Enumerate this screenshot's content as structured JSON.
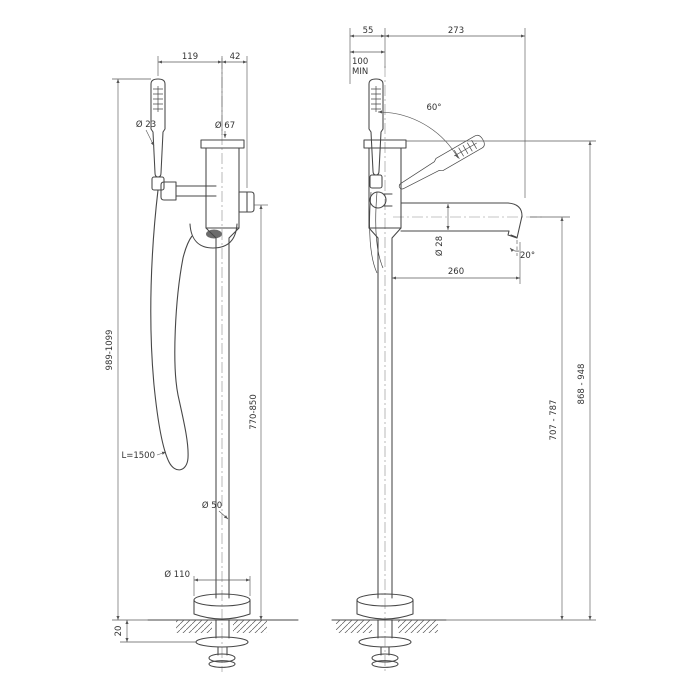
{
  "colors": {
    "background": "#ffffff",
    "line": "#474747",
    "dimension_line": "#5a5a5a",
    "text": "#333333"
  },
  "drawing": {
    "front_view": {
      "dim_handset_to_axis": "119",
      "dim_axis_to_handle": "42",
      "dim_handset_diameter": "Ø 23",
      "dim_cap_diameter": "Ø 67",
      "dim_overall_height": "989-1099",
      "dim_spout_height_range": "770-850",
      "dim_pipe_diameter": "Ø 50",
      "dim_flange_diameter": "Ø 110",
      "dim_under_floor": "20",
      "hose_length": "L=1500"
    },
    "side_view": {
      "dim_back_clearance": "55",
      "dim_total_reach": "273",
      "min_clearance": "100",
      "min_clearance_suffix": "MIN",
      "swivel_angle": "60°",
      "dim_spout_diameter": "Ø 28",
      "spout_tilt_angle": "20°",
      "dim_spout_reach": "260",
      "dim_height_to_top": "868 - 948",
      "dim_height_to_spout": "707 - 787"
    }
  }
}
